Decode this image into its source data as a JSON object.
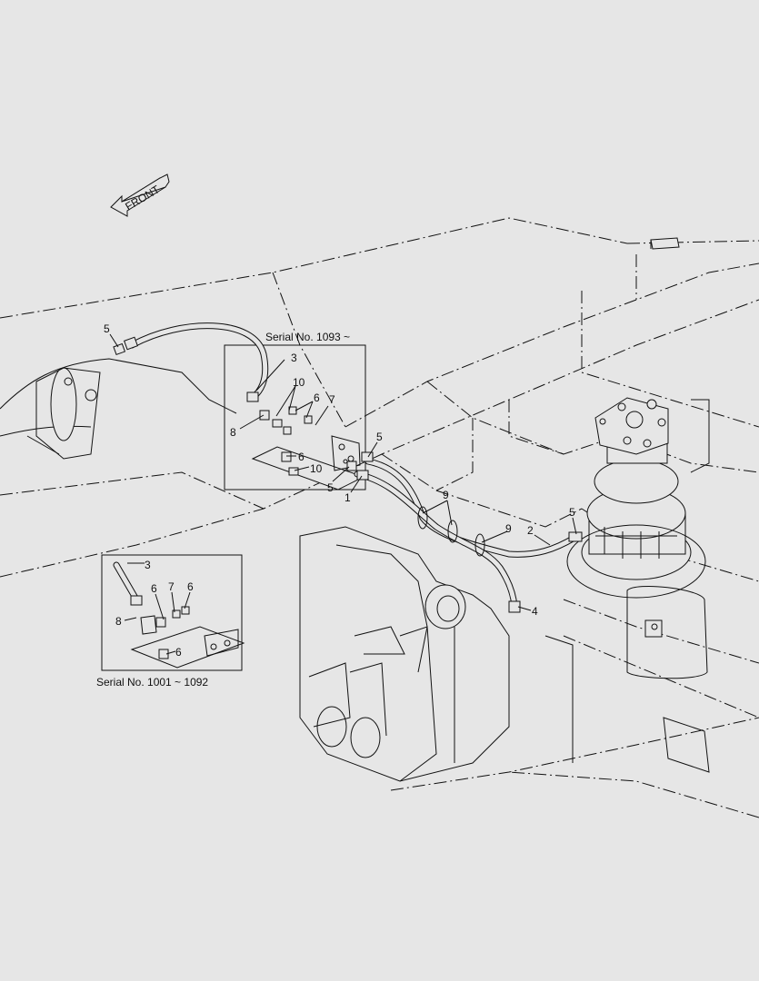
{
  "front_arrow_label": "FRONT",
  "inset_top_caption": "Serial No. 1093 ~",
  "inset_bottom_caption": "Serial No. 1001 ~ 1092",
  "callouts": {
    "main_5_left": "5",
    "main_3": "3",
    "main_10_top": "10",
    "main_6_top": "6",
    "main_7": "7",
    "main_8": "8",
    "main_6_mid": "6",
    "main_10_mid": "10",
    "main_5_mid": "5",
    "main_1": "1",
    "main_5_right_top": "5",
    "main_9_a": "9",
    "main_9_b": "9",
    "main_2": "2",
    "main_5_right": "5",
    "main_4": "4",
    "inset_3": "3",
    "inset_6_a": "6",
    "inset_7": "7",
    "inset_6_b": "6",
    "inset_8": "8",
    "inset_6_c": "6"
  }
}
